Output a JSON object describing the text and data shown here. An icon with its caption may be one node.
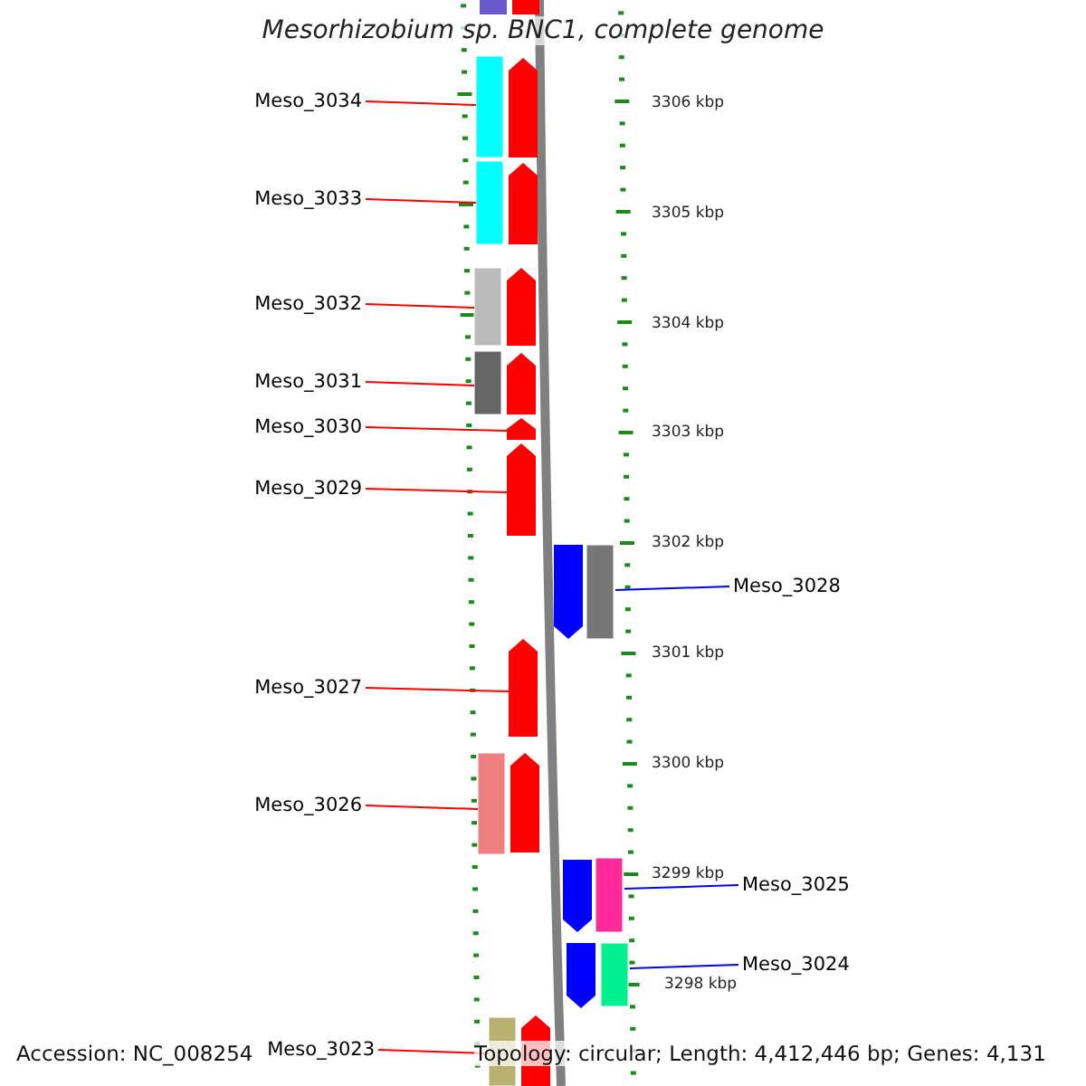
{
  "diagram": {
    "title": "Mesorhizobium sp. BNC1, complete genome",
    "nodes": [
      {
        "text": [
          "Meso_3034"
        ]
      },
      {
        "text": [],
        "shape": "arrow"
      },
      {
        "text": [
          "Meso_3033"
        ]
      },
      {
        "text": [],
        "shape": "arrow"
      },
      {
        "text": [
          "Meso_3032"
        ]
      },
      {
        "text": [],
        "shape": "arrow"
      },
      {
        "text": [
          "Meso_3031"
        ]
      },
      {
        "text": [],
        "shape": "arrow"
      },
      {
        "text": [
          "Meso_3030"
        ]
      },
      {
        "text": [],
        "shape": "arrow"
      },
      {
        "text": [
          "Meso_3029"
        ]
      },
      {
        "text": [],
        "shape": "arrow"
      },
      {
        "text": [
          "Meso_3028"
        ]
      },
      {
        "text": [],
        "shape": "arrow"
      },
      {
        "text": [
          "Meso_3027"
        ]
      },
      {
        "text": [],
        "shape": "arrow"
      },
      {
        "text": [
          "Meso_3026"
        ]
      },
      {
        "text": [],
        "shape": "arrow"
      },
      {
        "text": [
          "Meso_3025"
        ]
      },
      {
        "text": [],
        "shape": "arrow"
      },
      {
        "text": [
          "Meso_3024"
        ]
      },
      {
        "text": [],
        "shape": "arrow"
      },
      {
        "text": [
          "Meso_3023"
        ]
      },
      {
        "text": [],
        "shape": "arrow"
      }
    ],
    "edges": [
      {
        "from": 0,
        "to": 1,
        "arrow": "none"
      },
      {
        "from": 2,
        "to": 3,
        "arrow": "none"
      },
      {
        "from": 4,
        "to": 5,
        "arrow": "none"
      },
      {
        "from": 6,
        "to": 7,
        "arrow": "none"
      },
      {
        "from": 8,
        "to": 9,
        "arrow": "none"
      },
      {
        "from": 10,
        "to": 11,
        "arrow": "none"
      },
      {
        "from": 12,
        "to": 13,
        "arrow": "none",
        "color": "#0000ff"
      },
      {
        "from": 14,
        "to": 15,
        "arrow": "none"
      },
      {
        "from": 16,
        "to": 17,
        "arrow": "none"
      },
      {
        "from": 18,
        "to": 19,
        "arrow": "none",
        "color": "#0000ff"
      },
      {
        "from": 20,
        "to": 21,
        "arrow": "none",
        "color": "#0000ff"
      },
      {
        "from": 22,
        "to": 23,
        "arrow": "none"
      }
    ],
    "labels": [
      "3306 kbp",
      "3305 kbp",
      "3304 kbp",
      "3303 kbp",
      "3302 kbp",
      "3301 kbp",
      "3300 kbp",
      "3299 kbp",
      "3298 kbp",
      "Accession: NC_008254",
      "Topology: circular; Length: 4,412,446 bp; Genes: 4,131"
    ]
  }
}
